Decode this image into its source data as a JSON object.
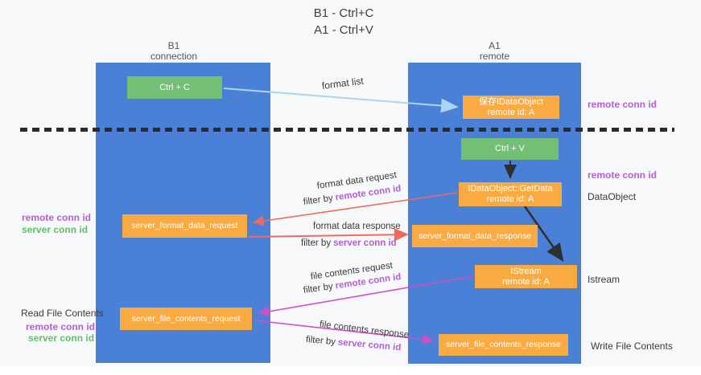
{
  "title": {
    "line1": "B1 - Ctrl+C",
    "line2": "A1 - Ctrl+V"
  },
  "lanes": {
    "b1": {
      "title": "B1",
      "subtitle": "connection"
    },
    "a1": {
      "title": "A1",
      "subtitle": "remote"
    }
  },
  "nodes": {
    "ctrl_c": {
      "label": "Ctrl + C"
    },
    "ctrl_v": {
      "label": "Ctrl + V"
    },
    "save_idataobject": {
      "line1": "保存IDataObject",
      "line2": "remote id: A"
    },
    "getdata": {
      "line1": "IDataObject::GetData",
      "line2": "remote id: A"
    },
    "istream": {
      "line1": "IStream",
      "line2": "remote id: A"
    },
    "server_format_data_request": {
      "label": "server_format_data_request"
    },
    "server_format_data_response": {
      "label": "server_format_data_response"
    },
    "server_file_contents_request": {
      "label": "server_file_contents_request"
    },
    "server_file_contents_response": {
      "label": "server_file_contents_response"
    }
  },
  "labels": {
    "format_list": "format list",
    "format_data_request": "format data request",
    "format_data_response": "format data response",
    "file_contents_request": "file contents request",
    "file_contents_response": "file contents response",
    "filter_by": "filter by",
    "remote_conn_id": "remote conn id",
    "server_conn_id": "server conn id",
    "dataobject": "DataObject",
    "istream": "Istream",
    "read_file_contents": "Read File Contents",
    "write_file_contents": "Write File Contents"
  },
  "colors": {
    "lane_blue": "#4a80d6",
    "box_green": "#71c075",
    "box_orange": "#f9ab42",
    "arrow_red": "#ec6a60",
    "arrow_magenta": "#d04fc8",
    "arrow_light_blue": "#aad4f2",
    "arrow_black": "#2f2f2f",
    "conn_id_purple": "#b25fd2",
    "conn_id_green": "#5fbf6a"
  }
}
